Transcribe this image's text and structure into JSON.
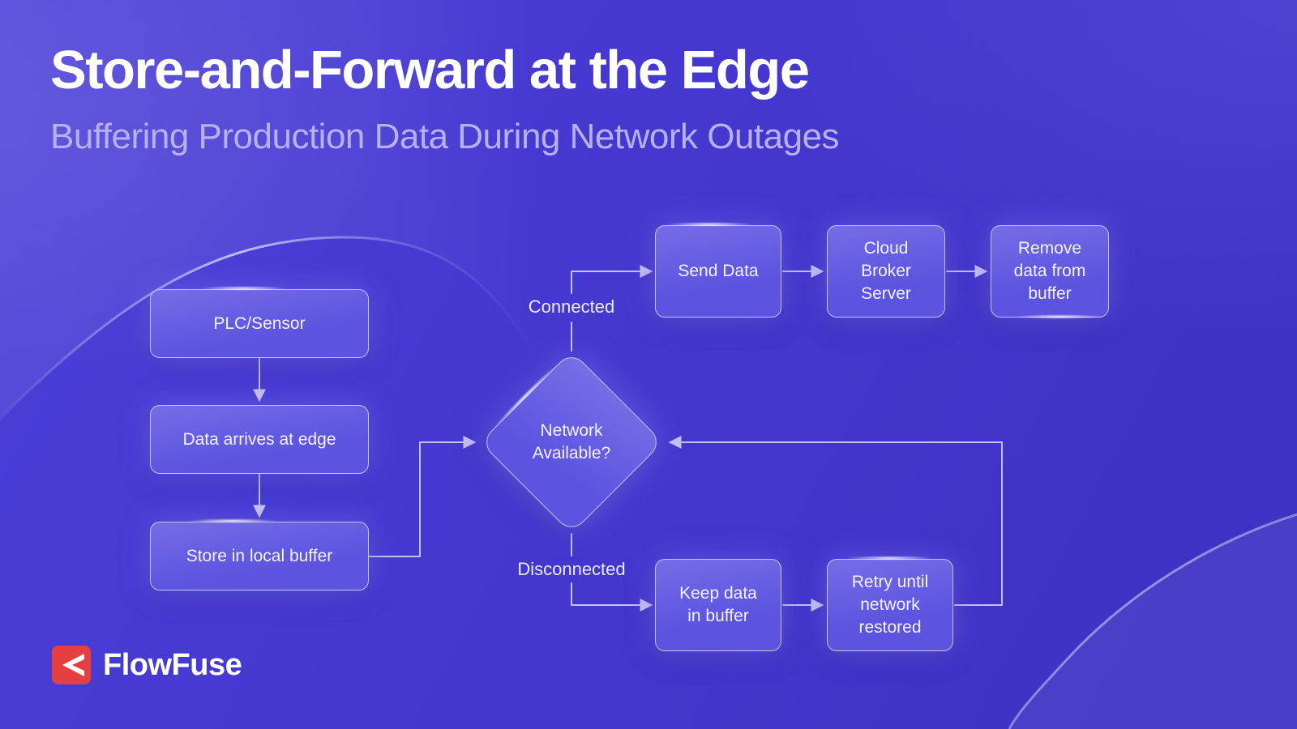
{
  "header": {
    "title": "Store-and-Forward at the Edge",
    "subtitle": "Buffering Production Data During Network Outages"
  },
  "flowchart": {
    "nodes": {
      "plc_sensor": "PLC/Sensor",
      "data_arrives": "Data arrives at edge",
      "store_buffer": "Store in local buffer",
      "decision": "Network Available?",
      "send_data": "Send Data",
      "cloud_broker": "Cloud Broker Server",
      "remove_buffer": "Remove data from buffer",
      "keep_data": "Keep data in buffer",
      "retry": "Retry until network restored"
    },
    "edge_labels": {
      "connected": "Connected",
      "disconnected": "Disconnected"
    }
  },
  "branding": {
    "name": "FlowFuse"
  },
  "colors": {
    "background": "#4337ce",
    "node_fill": "#5950e0",
    "node_border": "#dfdcff",
    "connector": "#cdc8f4",
    "logo_red": "#e63f3f"
  }
}
